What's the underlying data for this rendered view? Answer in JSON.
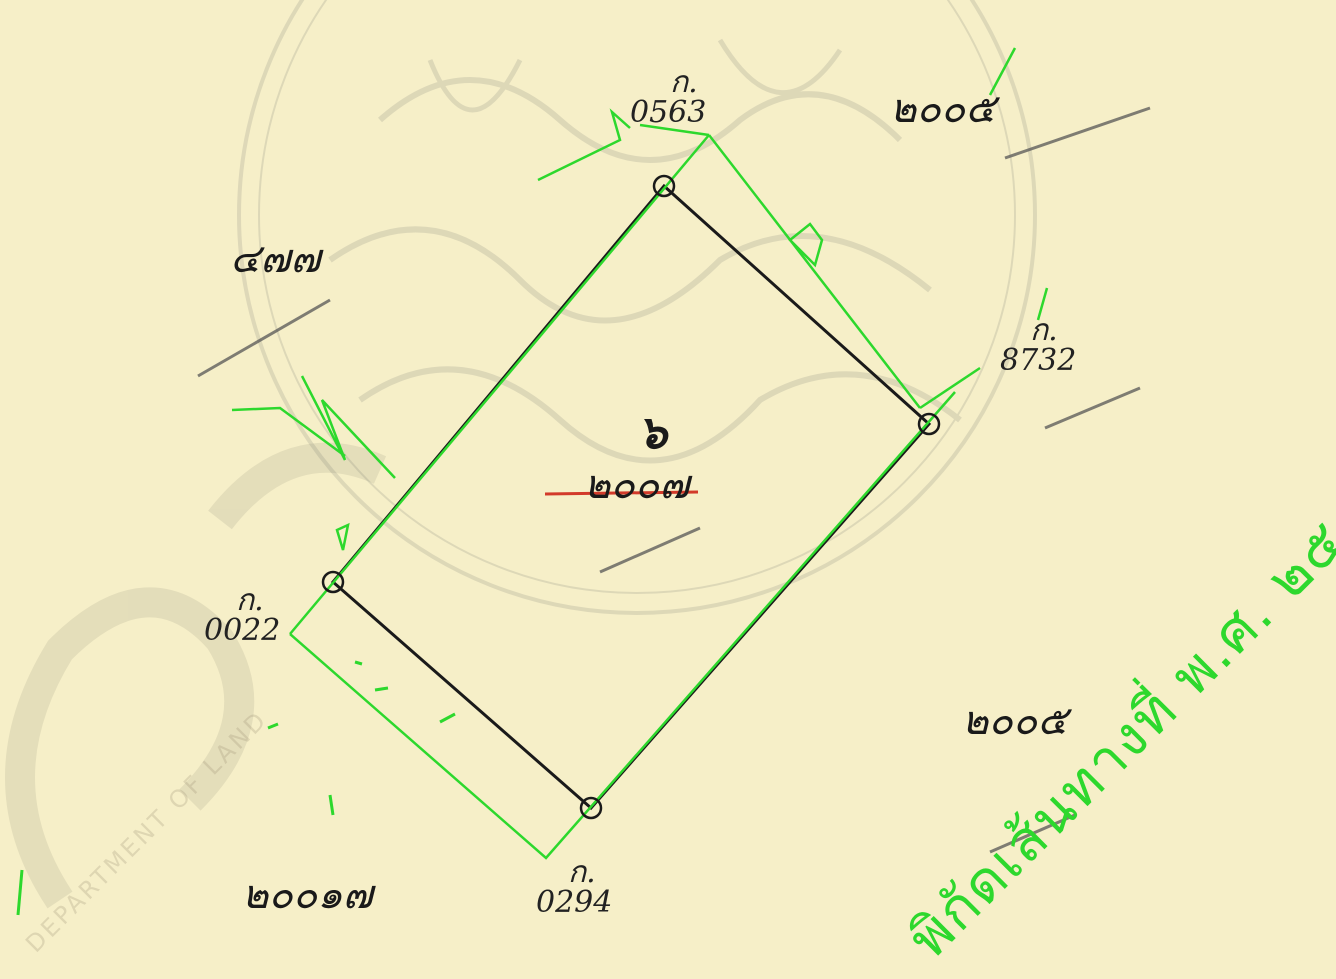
{
  "colors": {
    "paper": "#f6efc8",
    "boundary": "#1a1a1a",
    "trace_overlay": "#2dd82d",
    "underline": "#d23a2a"
  },
  "map": {
    "plot_number": "๖",
    "plot_number_parcel": "๒๐๐๗",
    "adjacent_parcels": {
      "north_west": "๔๗๗",
      "north_east": "๒๐๐๕",
      "south_east": "๒๐๐๕",
      "south_west": "๒๐๐๑๗"
    },
    "pegs": [
      {
        "prefix": "ก.",
        "code": "0563"
      },
      {
        "prefix": "ก.",
        "code": "8732"
      },
      {
        "prefix": "ก.",
        "code": "0022"
      },
      {
        "prefix": "ก.",
        "code": "0294"
      }
    ],
    "stamp_text": "พิกัดเส้นทางที่ พ.ศ. ๒๕",
    "watermark": "DEPARTMENT OF LAND"
  }
}
